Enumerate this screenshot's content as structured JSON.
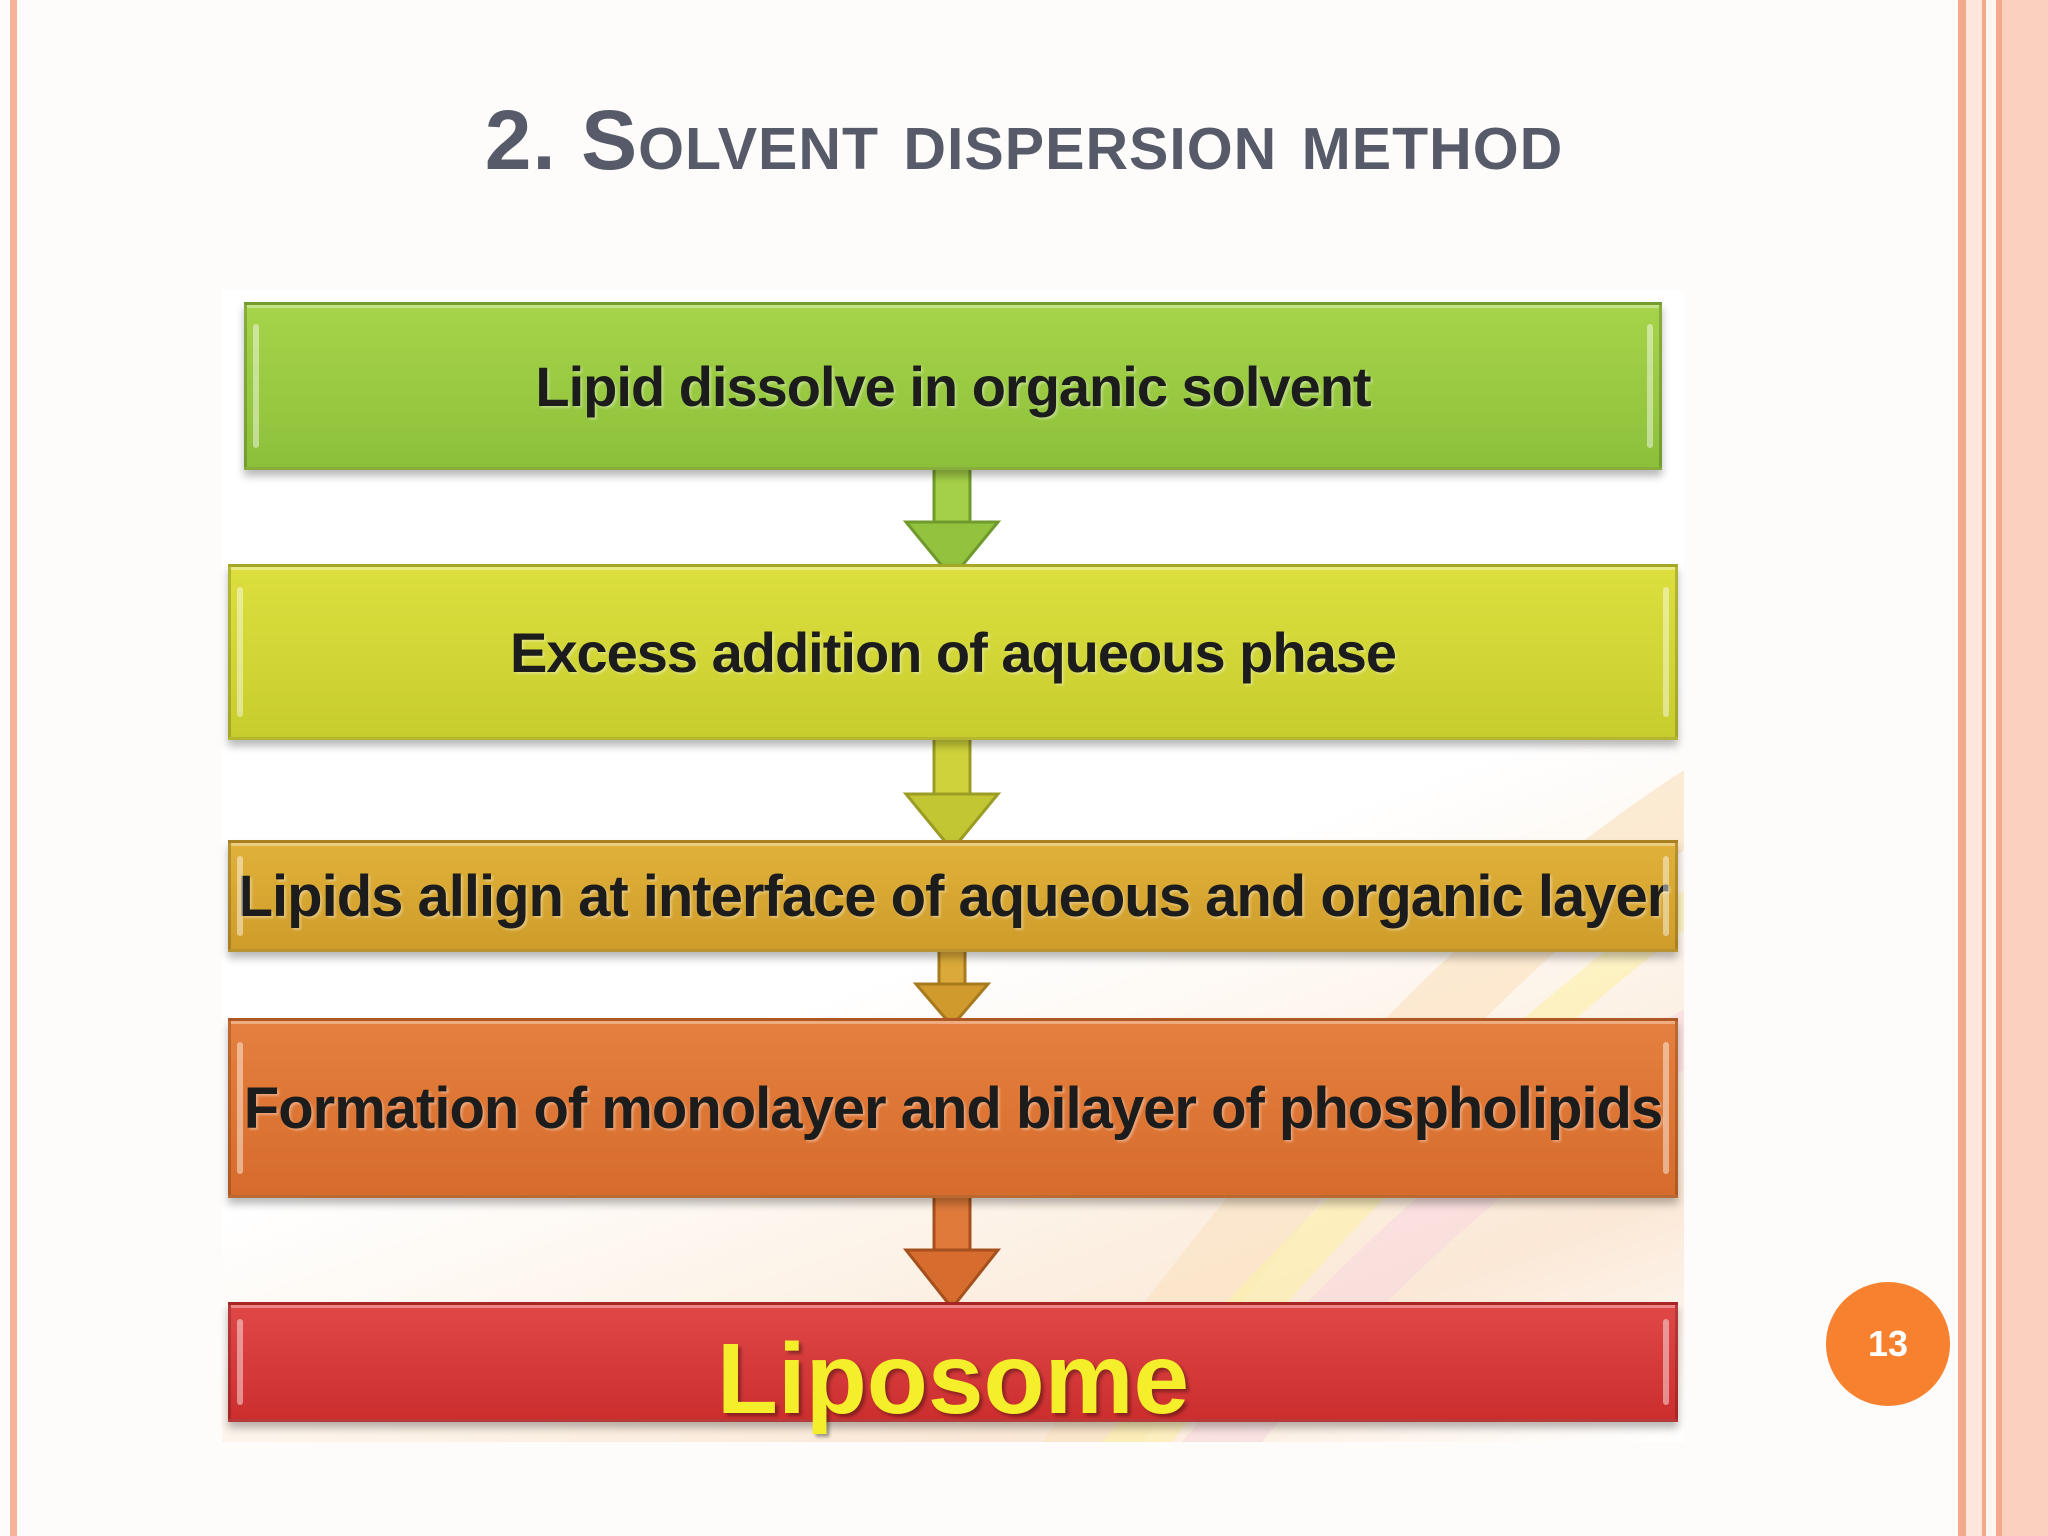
{
  "slide": {
    "title": "2. Solvent dispersion method",
    "page_number": "13"
  },
  "flowchart": {
    "steps": [
      {
        "label": "Lipid dissolve in organic solvent",
        "color": "#9ccb43"
      },
      {
        "label": "Excess addition of aqueous phase",
        "color": "#d3d636"
      },
      {
        "label": "Lipids allign at interface of aqueous and organic layer",
        "color": "#d9a833"
      },
      {
        "label": "Formation of monolayer and bilayer of phospholipids",
        "color": "#df7635"
      },
      {
        "label": "Liposome",
        "color": "#d83b3b",
        "text_color": "#f5ee2a"
      }
    ]
  },
  "colors": {
    "title": "#575b69",
    "badge": "#f7812f",
    "border": "#f4a98c"
  }
}
